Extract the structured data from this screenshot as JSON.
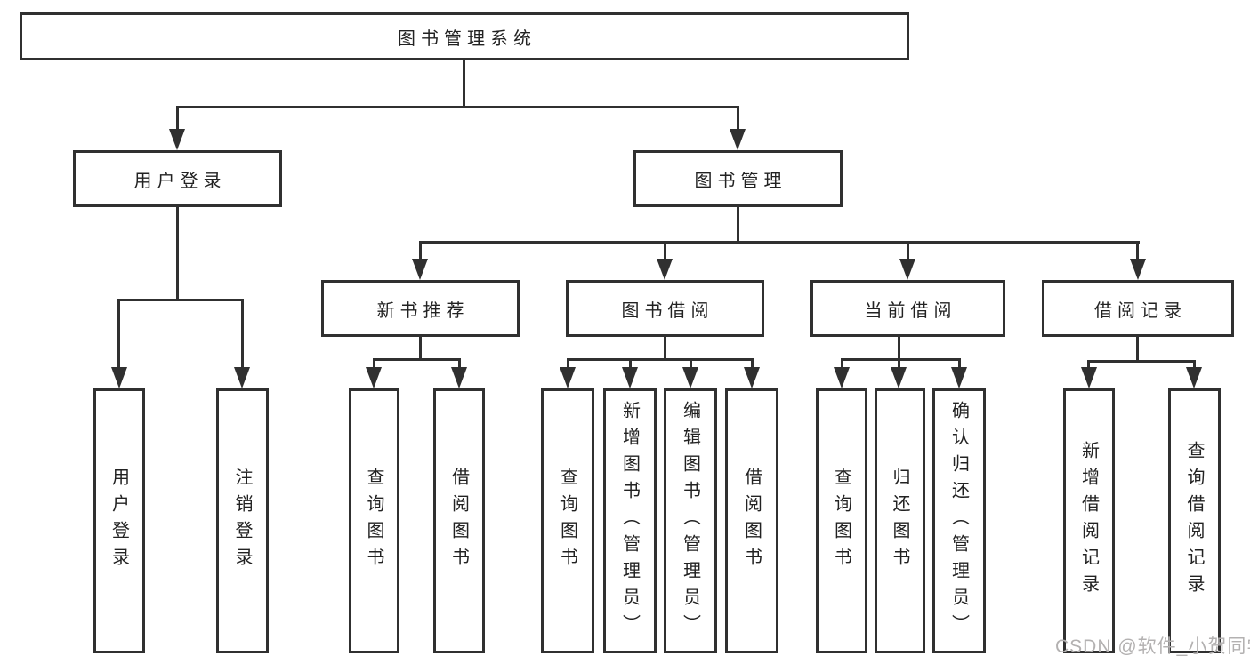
{
  "colors": {
    "line": "#303030",
    "text": "#222222",
    "background": "#ffffff",
    "watermark": "#b3b1b1"
  },
  "watermark": {
    "text": "CSDN @软件_小贺同学"
  },
  "tree": {
    "root": {
      "label": "图书管理系统"
    },
    "branches": [
      {
        "label": "用户登录",
        "leaves": [
          "用户登录",
          "注销登录"
        ]
      },
      {
        "label": "图书管理",
        "children": [
          {
            "label": "新书推荐",
            "leaves": [
              "查询图书",
              "借阅图书"
            ]
          },
          {
            "label": "图书借阅",
            "leaves": [
              "查询图书",
              "新增图书（管理员）",
              "编辑图书（管理员）",
              "借阅图书"
            ]
          },
          {
            "label": "当前借阅",
            "leaves": [
              "查询图书",
              "归还图书",
              "确认归还（管理员）"
            ]
          },
          {
            "label": "借阅记录",
            "leaves": [
              "新增借阅记录",
              "查询借阅记录"
            ]
          }
        ]
      }
    ]
  }
}
